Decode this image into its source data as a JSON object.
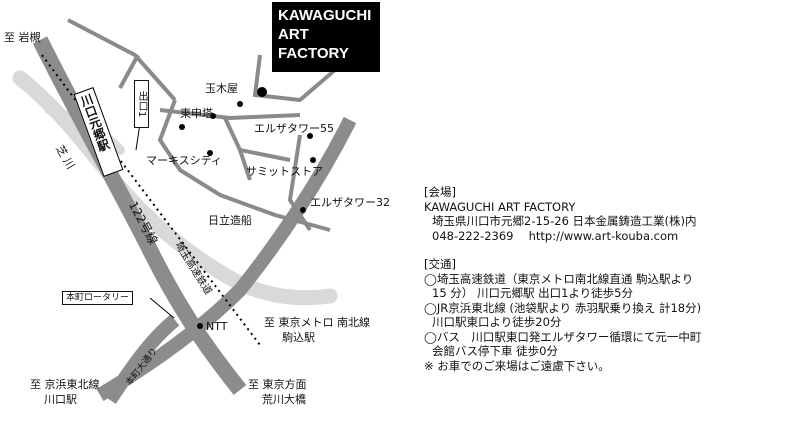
{
  "title": {
    "line1": "KAWAGUCHI",
    "line2": "ART",
    "line3": "FACTORY"
  },
  "map_labels": {
    "to_iwatsuki": "至 岩槻",
    "tamakiya": "玉木屋",
    "tousentou": "東申塔",
    "exit1_box": "出口1",
    "station": "川口元郷駅",
    "erza55": "エルザタワー55",
    "marukisu": "マーキスシティ",
    "summit": "サミットストア",
    "erza32": "エルザタワー32",
    "shiba_river": "芝 川",
    "hitachi": "日立造船",
    "route122": "122号線",
    "saitama_rail": "埼玉高速鉄道",
    "motomachi_rotary": "本町ロータリー",
    "ntt": "NTT",
    "tokyo_metro_l1": "至 東京メトロ 南北線",
    "tokyo_metro_l2": "駒込駅",
    "honmachi_st": "本町大通り",
    "keihin_l1": "至 京浜東北線",
    "keihin_l2": "川口駅",
    "tokyo_dir_l1": "至 東京方面",
    "tokyo_dir_l2": "荒川大橋"
  },
  "info": {
    "venue_heading": "[会場]",
    "venue_name": "KAWAGUCHI ART FACTORY",
    "venue_addr": "埼玉県川口市元郷2-15-26 日本金属鋳造工業(株)内",
    "venue_tel_url": "048-222-2369　 http://www.art-kouba.com",
    "access_heading": "[交通]",
    "access1_l1": "◯埼玉高速鉄道（東京メトロ南北線直通 駒込駅より",
    "access1_l2": "15 分） 川口元郷駅 出口1より徒歩5分",
    "access2_l1": "◯JR京浜東北線 (池袋駅より 赤羽駅乗り換え 計18分)",
    "access2_l2": "川口駅東口より徒歩20分",
    "access3_l1": "◯バス　川口駅東口発エルザタワー循環にて元一中町",
    "access3_l2": "会館バス停下車 徒歩0分",
    "note": "※ お車でのご来場はご遠慮下さい。"
  },
  "colors": {
    "road": "#8c8c8c",
    "river": "#d9d9d9",
    "street": "#8a8a8a",
    "label_bg": "#000"
  }
}
